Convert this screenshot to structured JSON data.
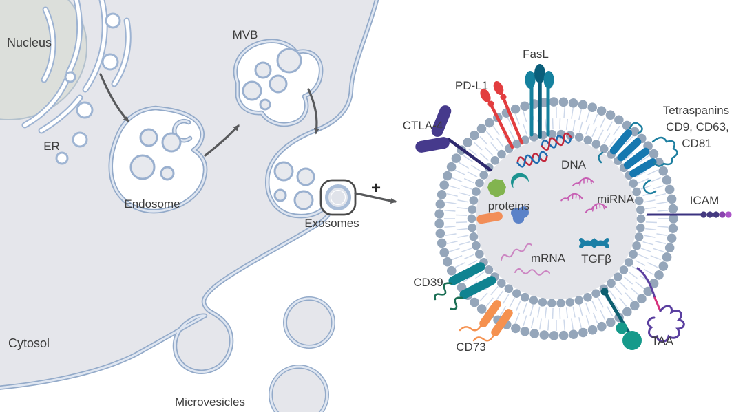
{
  "figure": {
    "description": "Diagram of exosome biogenesis in a cell and molecular composition of an exosome",
    "plus_sign": "+"
  },
  "cell": {
    "nucleus_label": "Nucleus",
    "er_label": "ER",
    "mvb_label": "MVB",
    "endosome_label": "Endosome",
    "exosomes_label": "Exosomes",
    "cytosol_label": "Cytosol",
    "microvesicles_label": "Microvesicles"
  },
  "exosome": {
    "surface_markers": {
      "fasl": "FasL",
      "pdl1": "PD-L1",
      "ctla4": "CTLA-4",
      "tetraspanins_line1": "Tetraspanins",
      "tetraspanins_line2": "CD9, CD63,",
      "tetraspanins_line3": "CD81",
      "icam": "ICAM",
      "cd39": "CD39",
      "cd73": "CD73",
      "taa": "TAA"
    },
    "cargo": {
      "dna": "DNA",
      "mirna": "miRNA",
      "mrna": "mRNA",
      "tgfb": "TGFβ",
      "proteins": "proteins"
    }
  },
  "palette": {
    "cell_fill": "#e5e6eb",
    "nucleus_fill": "#dce0dc",
    "membrane_edge": "#93aac9",
    "membrane_band": "#dfe6f1",
    "bead_gray": "#95a6ba",
    "fasl_teal": "#15819e",
    "fasl_teal_dark": "#0a5e7a",
    "pdl1_red": "#e23d3f",
    "ctla4_indigo": "#463a8c",
    "tetraspanin_blue": "#1678b0",
    "icam_purple": "#ab54c8",
    "cd39_teal": "#0f8391",
    "cd73_orange": "#f5914f",
    "taa_green": "#169a8b",
    "glyco_purple": "#5a3fa0",
    "glyco_pink": "#d6317c",
    "rna_pink": "#c75fb3",
    "tgfb_blue": "#1b7fa6",
    "dna_red": "#c3283c",
    "dna_blue": "#1f6cb0",
    "arrow_gray": "#58595b",
    "text_color": "#3d3d3d"
  }
}
